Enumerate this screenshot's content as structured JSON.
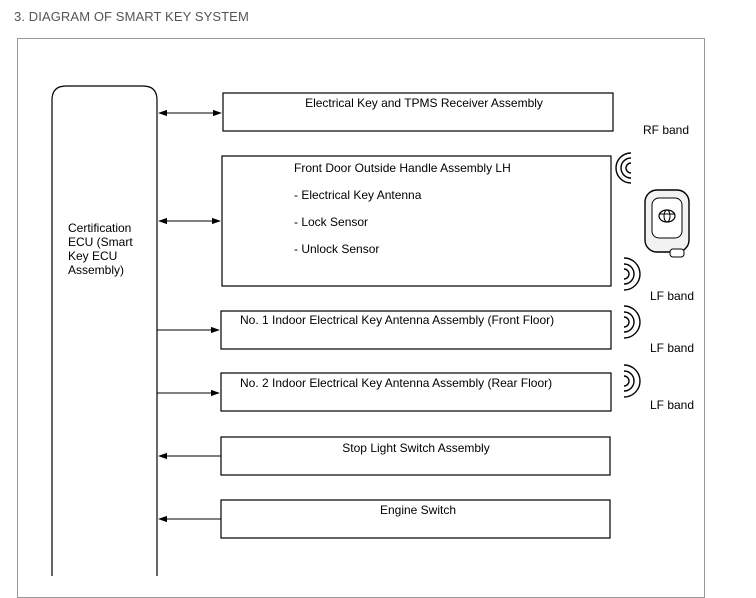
{
  "heading": "3. DIAGRAM OF SMART KEY SYSTEM",
  "ecu": {
    "lines": [
      "Certification",
      "ECU (Smart",
      "Key ECU",
      "Assembly)"
    ]
  },
  "components": [
    {
      "id": "receiver",
      "title": "Electrical Key and TPMS Receiver Assembly",
      "items": [],
      "connection": "bidirectional"
    },
    {
      "id": "front-door-handle",
      "title": "Front Door Outside Handle Assembly LH",
      "items": [
        "- Electrical Key Antenna",
        "- Lock Sensor",
        "- Unlock Sensor"
      ],
      "connection": "bidirectional"
    },
    {
      "id": "no1-indoor-antenna",
      "title": "No. 1 Indoor Electrical Key Antenna Assembly (Front Floor)",
      "items": [],
      "connection": "output"
    },
    {
      "id": "no2-indoor-antenna",
      "title": "No. 2 Indoor Electrical Key Antenna Assembly (Rear Floor)",
      "items": [],
      "connection": "output"
    },
    {
      "id": "stop-light-switch",
      "title": "Stop Light Switch Assembly",
      "items": [],
      "connection": "input"
    },
    {
      "id": "engine-switch",
      "title": "Engine Switch",
      "items": [],
      "connection": "input"
    }
  ],
  "signals": {
    "rf": "RF band",
    "lf": [
      "LF band",
      "LF band",
      "LF band"
    ]
  },
  "icons": {
    "key_fob": "smart-key-fob-icon",
    "rf_wave": "radio-wave-icon",
    "lf_wave": "radio-wave-icon"
  }
}
